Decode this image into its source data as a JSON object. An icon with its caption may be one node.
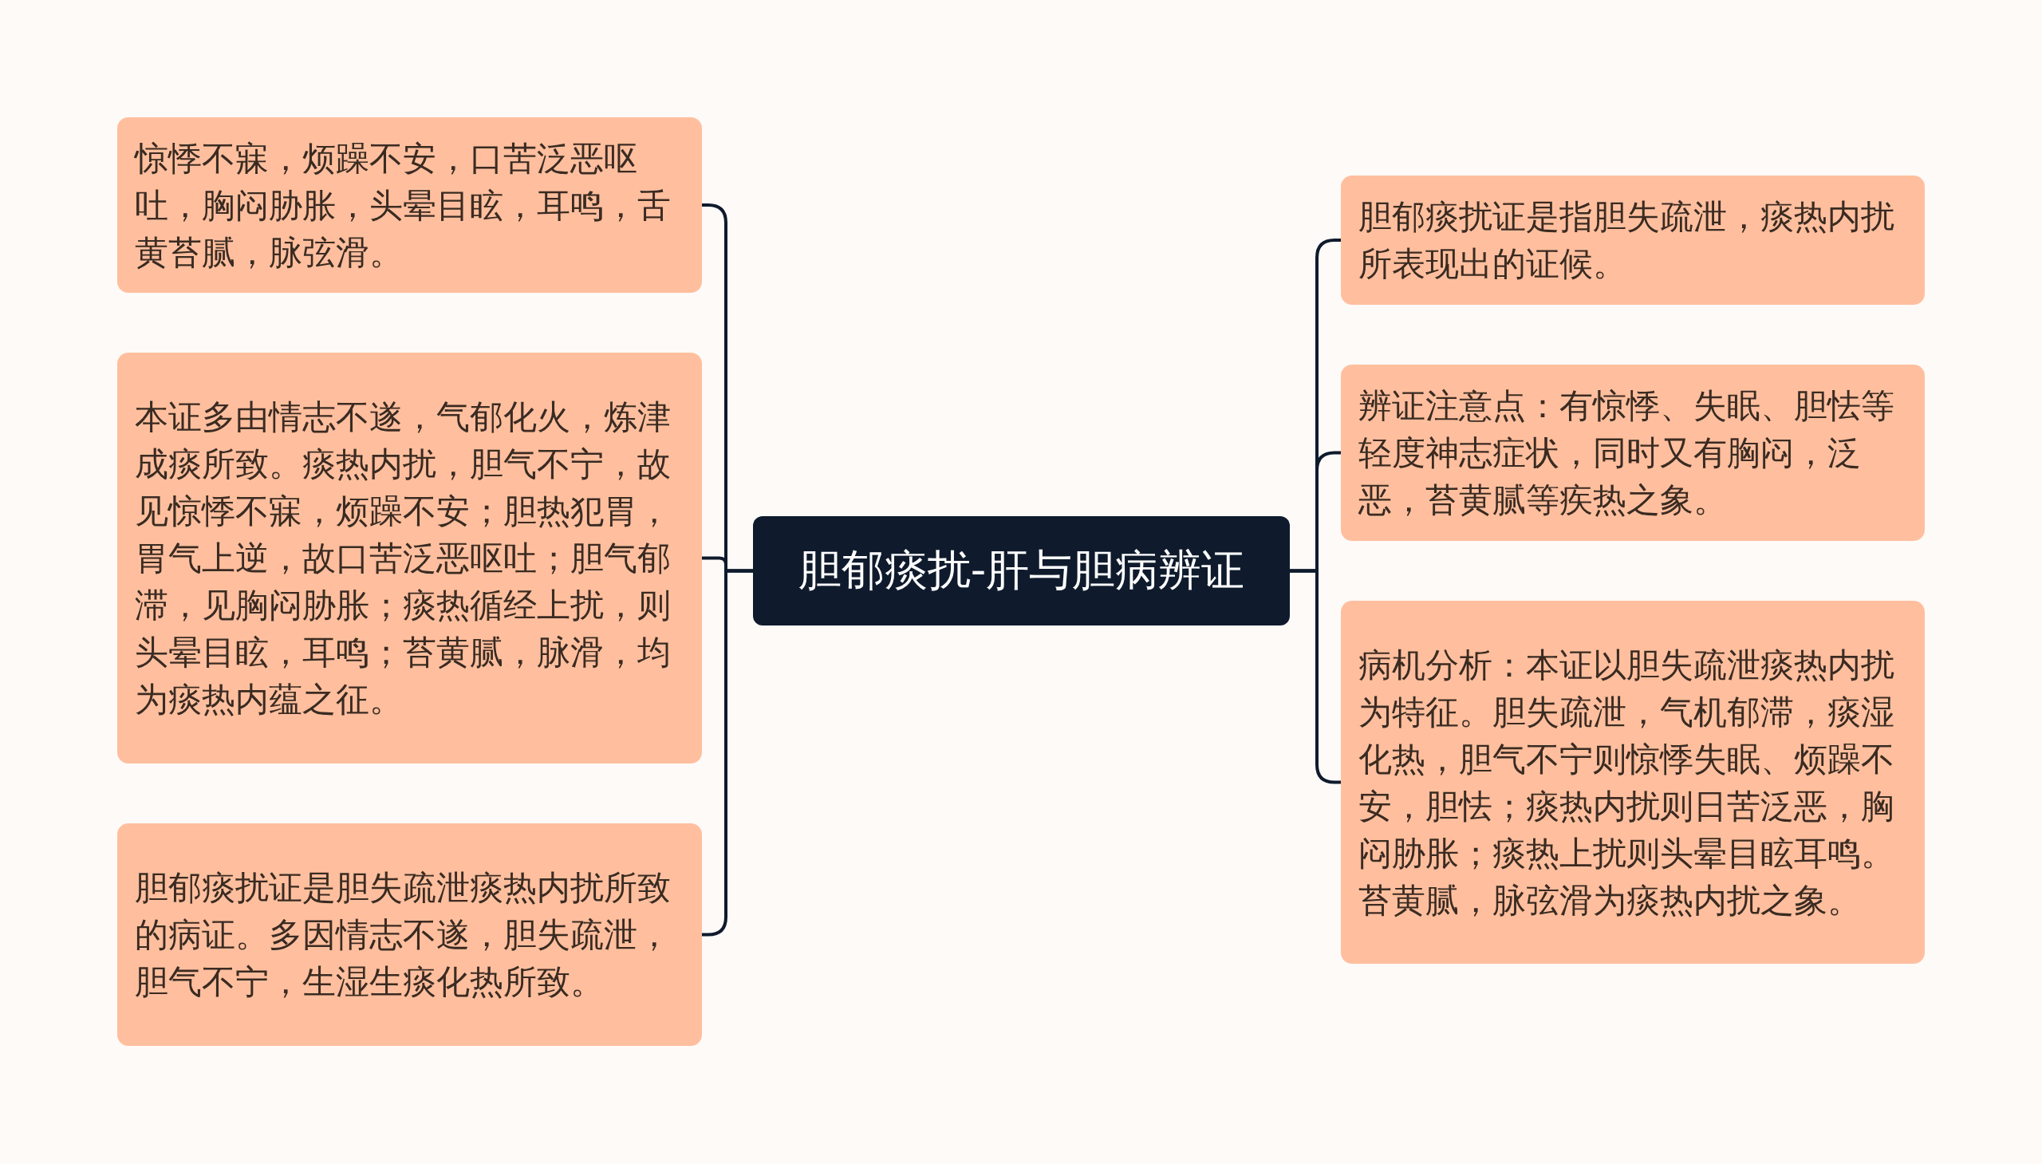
{
  "diagram": {
    "nodes": [
      {
        "text": [
          "胆郁痰扰-肝与胆病辨证"
        ]
      },
      {
        "text": [
          "惊悸不寐，烦躁不安，口苦泛恶呕吐，胸闷胁胀，头晕目眩，耳鸣，舌黄苔腻，脉弦滑。"
        ]
      },
      {
        "text": [
          "本证多由情志不遂，气郁化火，炼津成痰所致。痰热内扰，胆气不宁，故见惊悸不寐，烦躁不安；胆热犯胃，胃气上逆，故口苦泛恶呕吐；胆气郁滞，见胸闷胁胀；痰热循经上扰，则头晕目眩，耳鸣；苔黄腻，脉滑，均为痰热内蕴之征。"
        ]
      },
      {
        "text": [
          "胆郁痰扰证是胆失疏泄痰热内扰所致的病证。多因情志不遂，胆失疏泄，胆气不宁，生湿生痰化热所致。"
        ]
      },
      {
        "text": [
          "胆郁痰扰证是指胆失疏泄，痰热内扰所表现出的证候。"
        ]
      },
      {
        "text": [
          "辨证注意点：有惊悸、失眠、胆怯等轻度神志症状，同时又有胸闷，泛恶，苔黄腻等疾热之象。"
        ]
      },
      {
        "text": [
          "病机分析：本证以胆失疏泄痰热内扰为特征。胆失疏泄，气机郁滞，痰湿化热，胆气不宁则惊悸失眠、烦躁不安，胆怯；痰热内扰则日苦泛恶，胸闷胁胀；痰热上扰则头晕目眩耳鸣。苔黄腻，脉弦滑为痰热内扰之象。"
        ]
      }
    ],
    "edges": [
      {
        "from": 0,
        "to": 1,
        "arrow": "none"
      },
      {
        "from": 0,
        "to": 2,
        "arrow": "none"
      },
      {
        "from": 0,
        "to": 3,
        "arrow": "none"
      },
      {
        "from": 0,
        "to": 4,
        "arrow": "none"
      },
      {
        "from": 0,
        "to": 5,
        "arrow": "none"
      },
      {
        "from": 0,
        "to": 6,
        "arrow": "none"
      }
    ]
  }
}
